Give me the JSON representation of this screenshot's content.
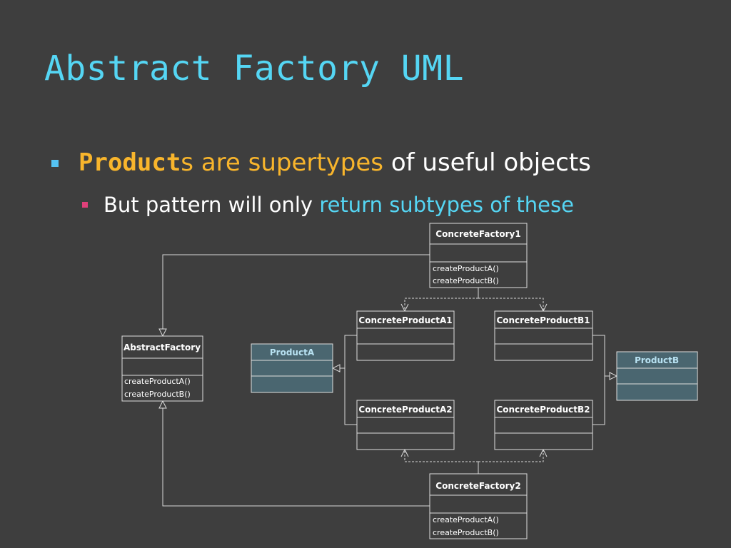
{
  "slide": {
    "title": "Abstract Factory UML",
    "bullet1": {
      "keyword": "Product",
      "suffix_highlight": "s are supertypes",
      "rest": " of useful objects"
    },
    "bullet2": {
      "plain": "But pattern will only ",
      "highlight": "return subtypes of these"
    }
  },
  "colors": {
    "background": "#3e3e3e",
    "title": "#55d6f4",
    "highlight_orange": "#f8b52c",
    "interface_fill": "#4a6670"
  },
  "diagram": {
    "classes": {
      "concrete_factory1": {
        "name": "ConcreteFactory1",
        "ops": [
          "createProductA()",
          "createProductB()"
        ]
      },
      "concrete_factory2": {
        "name": "ConcreteFactory2",
        "ops": [
          "createProductA()",
          "createProductB()"
        ]
      },
      "abstract_factory": {
        "name": "AbstractFactory",
        "ops": [
          "createProductA()",
          "createProductB()"
        ]
      },
      "product_a": {
        "name": "ProductA"
      },
      "product_b": {
        "name": "ProductB"
      },
      "concrete_product_a1": {
        "name": "ConcreteProductA1"
      },
      "concrete_product_a2": {
        "name": "ConcreteProductA2"
      },
      "concrete_product_b1": {
        "name": "ConcreteProductB1"
      },
      "concrete_product_b2": {
        "name": "ConcreteProductB2"
      }
    }
  }
}
